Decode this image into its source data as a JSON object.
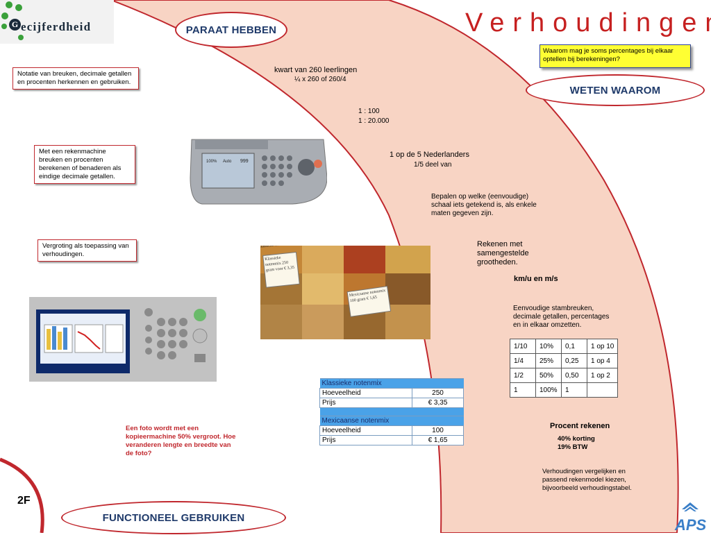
{
  "logo": {
    "text": "ecijferdheid",
    "initial": "G"
  },
  "title": "Verhoudingen",
  "ovals": {
    "paraat": "PARAAT HEBBEN",
    "weten": "WETEN WAAROM",
    "functioneel": "FUNCTIONEEL GEBRUIKEN"
  },
  "yellow_note": "Waarom mag je soms percentages bij elkaar optellen bij berekeningen?",
  "left_boxes": [
    "Notatie van breuken, decimale getallen en procenten herkennen en gebruiken.",
    "Met een rekenmachine breuken en procenten berekenen of benaderen als eindige decimale getallen.",
    "Vergroting als toepassing van verhoudingen."
  ],
  "arc_texts": {
    "kwart": "kwart van 260 leerlingen",
    "kwart_sub": "¼ x 260  of 260/4",
    "ratio1": "1 : 100",
    "ratio2": "1 :  20.000",
    "nl": "1 op de 5 Nederlanders",
    "nl_sub": "1/5 deel van",
    "bepalen": "Bepalen op welke (eenvoudige) schaal iets getekend is, als enkele maten gegeven zijn.",
    "rekenen": "Rekenen met samengestelde grootheden.",
    "kmu": "km/u  en  m/s",
    "stambreuken": "Eenvoudige stambreuken, decimale getallen, percentages en in elkaar omzetten."
  },
  "fraction_table": [
    [
      "1/10",
      "10%",
      "0,1",
      "1 op 10"
    ],
    [
      "1/4",
      "25%",
      "0,25",
      "1 op 4"
    ],
    [
      "1/2",
      "50%",
      "0,50",
      "1 op 2"
    ],
    [
      "1",
      "100%",
      "1",
      ""
    ]
  ],
  "nut_table": {
    "klassiek_title": "Klassieke notenmix",
    "mexicaans_title": "Mexicaanse notenmix",
    "label_qty": "Hoeveelheid",
    "label_price": "Prijs",
    "klassiek_qty": "250",
    "klassiek_price": "€ 3,35",
    "mexicaans_qty": "100",
    "mexicaans_price": "€ 1,65"
  },
  "nut_signs": {
    "left": "Klassieke notenmix 250 gram voor € 3,35",
    "right": "Mexicaanse notenmix 100 gram € 1,65"
  },
  "copier_display": {
    "pct": "100%",
    "auto": "Auto",
    "count": "999"
  },
  "procent": {
    "title": "Procent rekenen",
    "line1": "40% korting",
    "line2": "19% BTW"
  },
  "verhoudingen_text": "Verhoudingen vergelijken en passend rekenmodel kiezen, bijvoorbeeld verhoudingstabel.",
  "red_question": "Een foto wordt met een kopieermachine 50% vergroot. Hoe veranderen lengte en breedte van de foto?",
  "code": "2F",
  "aps_logo": "APS",
  "colors": {
    "accent_red": "#c0272d",
    "arc_fill": "#f8d4c4",
    "oval_text": "#1f3a6a",
    "table_blue": "#4aa2e8"
  }
}
